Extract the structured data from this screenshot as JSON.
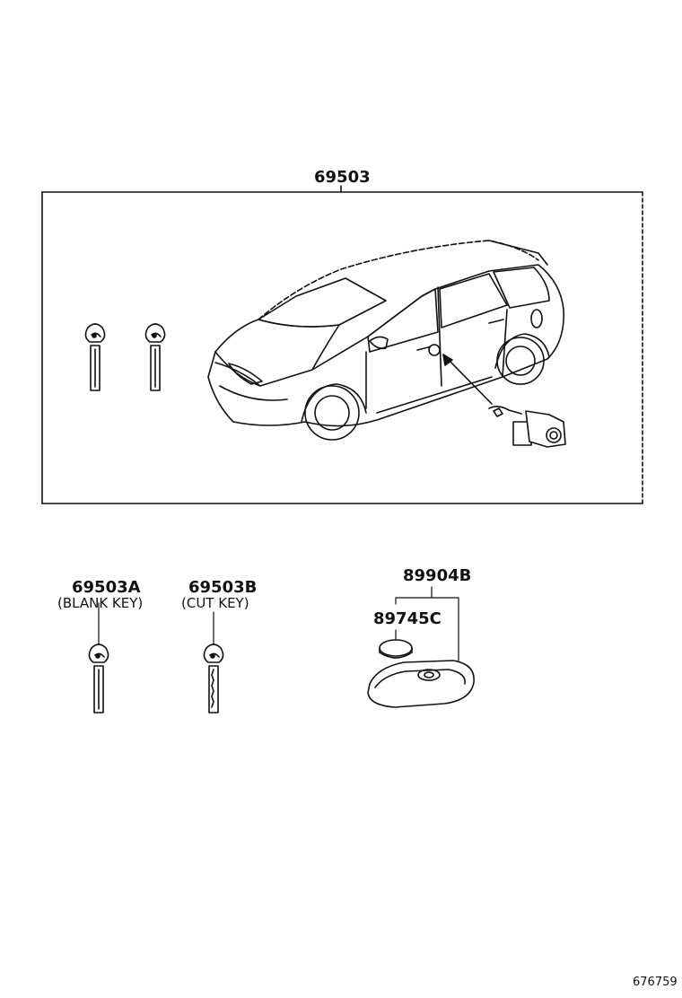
{
  "parts": {
    "assembly": {
      "number": "69503"
    },
    "blank_key": {
      "number": "69503A",
      "note": "(BLANK KEY)"
    },
    "cut_key": {
      "number": "69503B",
      "note": "(CUT KEY)"
    },
    "transmitter": {
      "number": "89904B"
    },
    "battery": {
      "number": "89745C"
    }
  },
  "figure_number": "676759"
}
